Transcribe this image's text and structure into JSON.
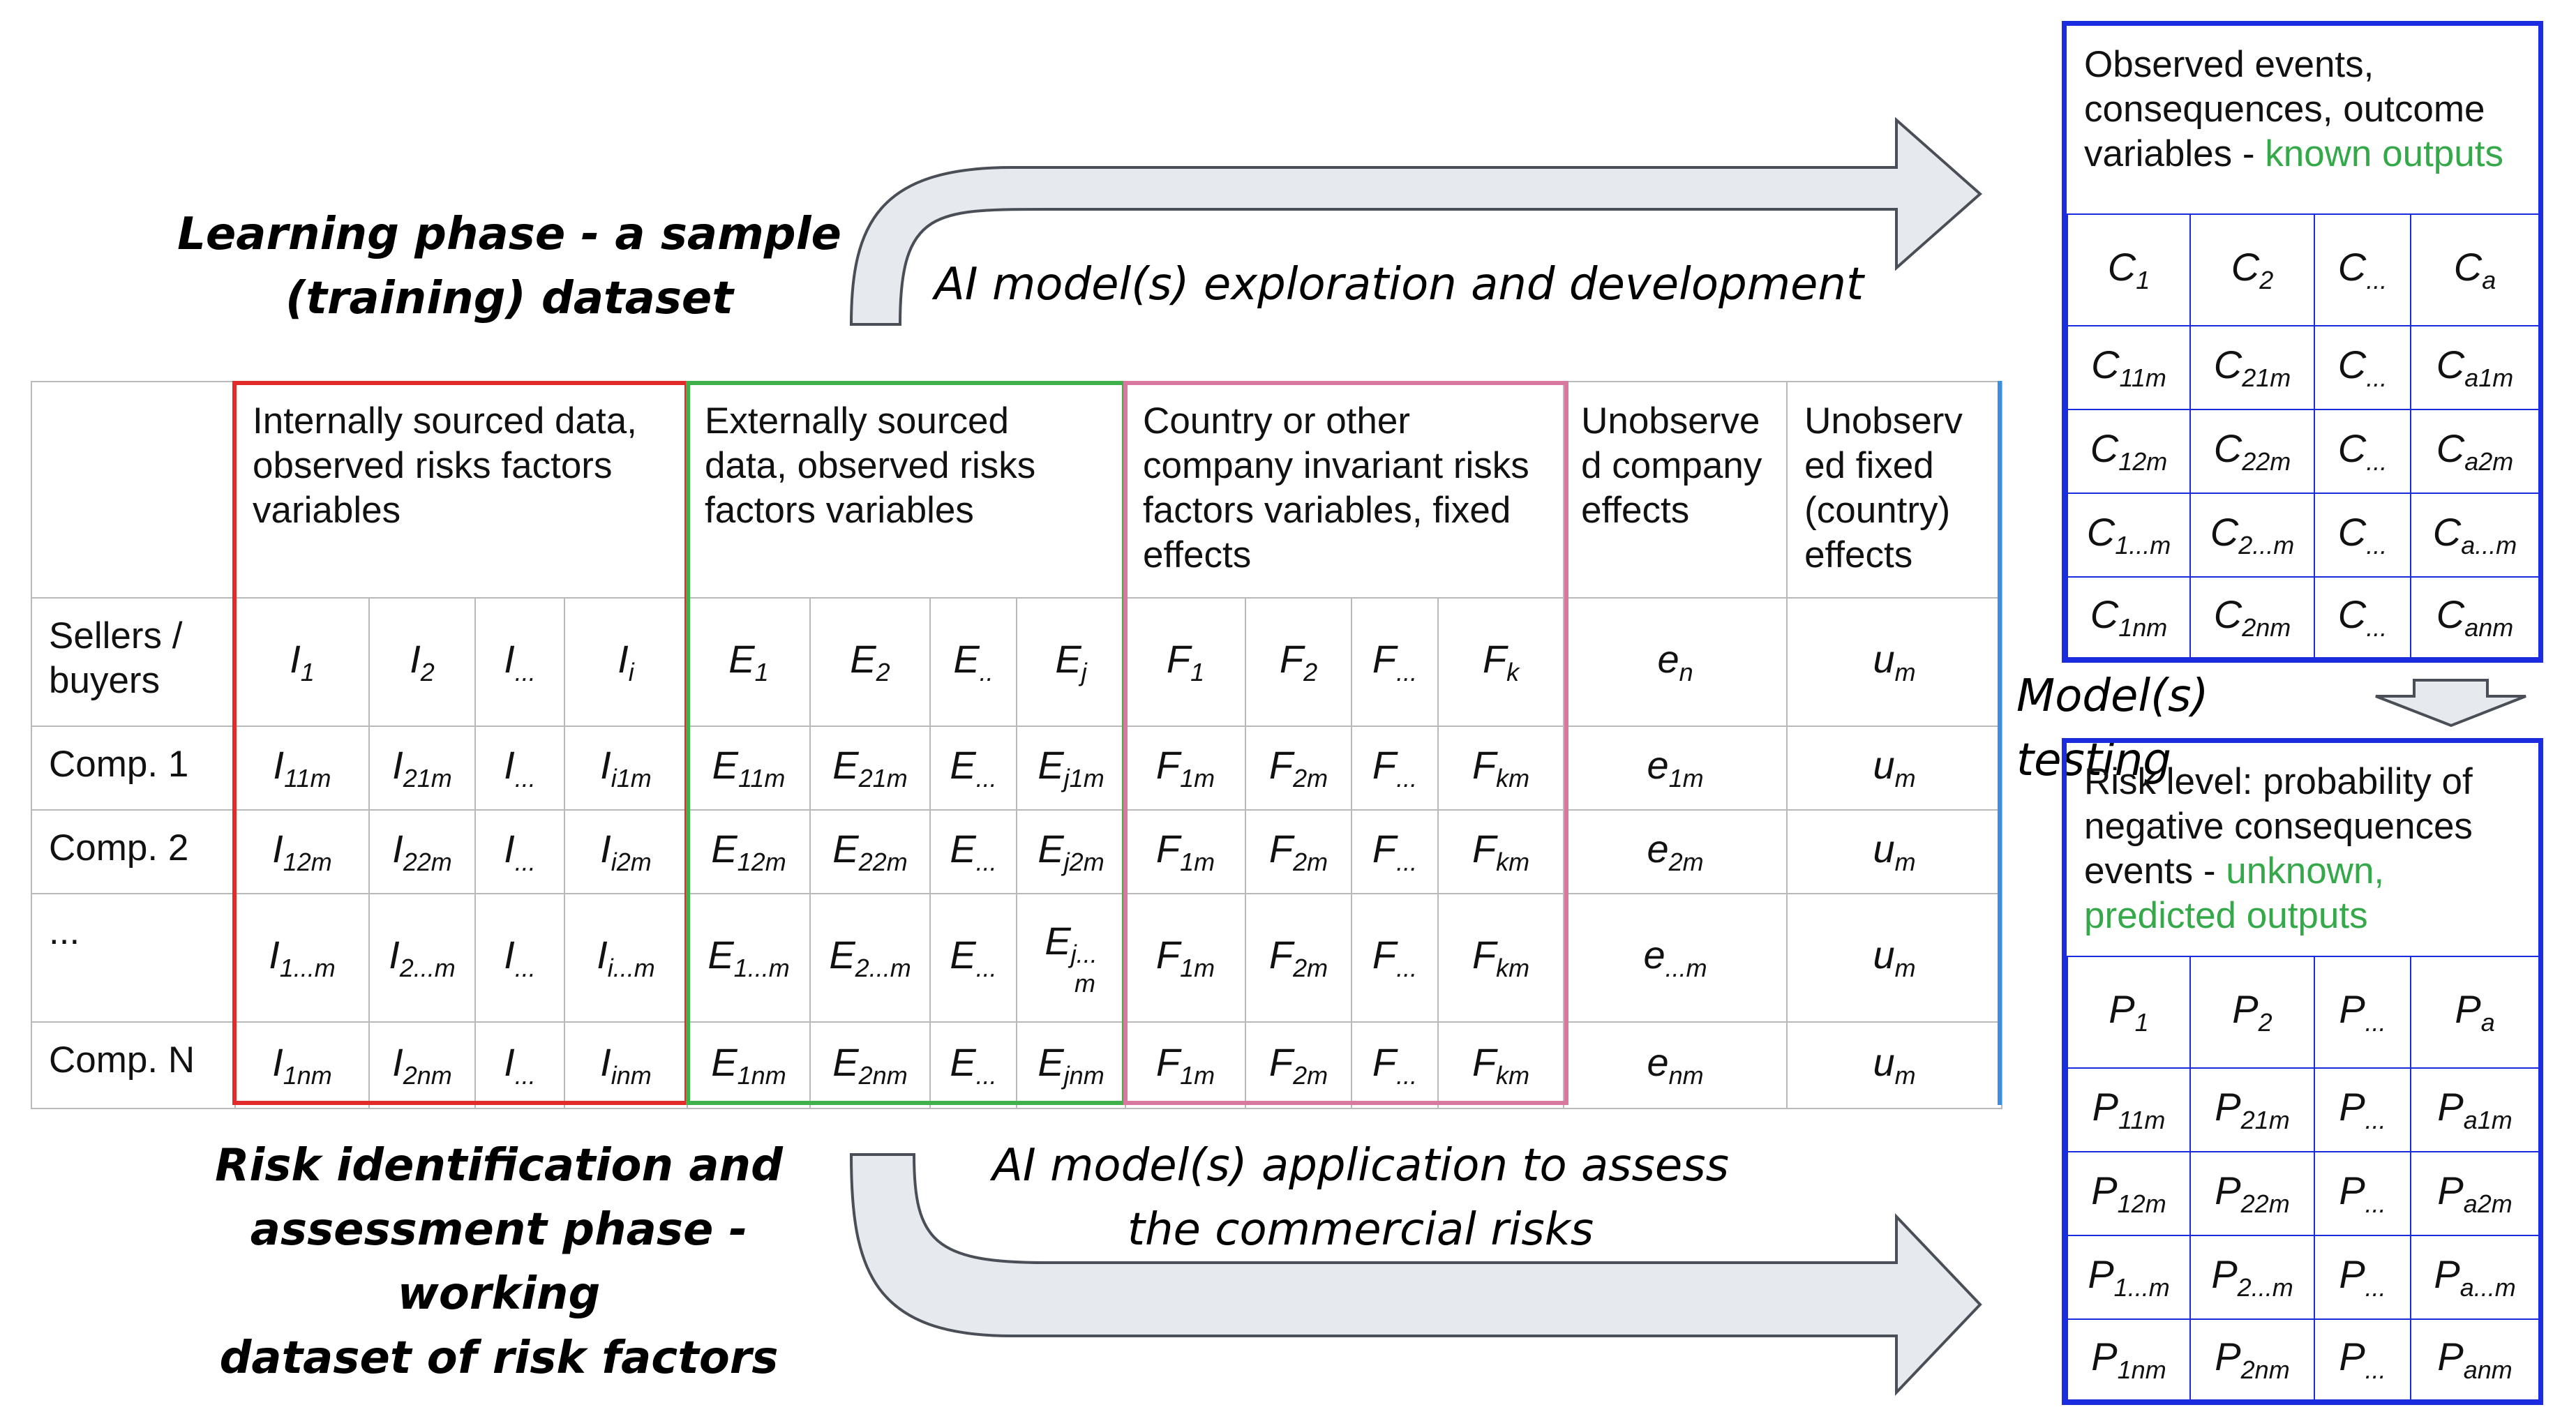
{
  "learning_phase": {
    "line1": "Learning phase - a sample",
    "line2": "(training) dataset"
  },
  "top_arrow_label": "AI model(s) exploration and development",
  "assessment_phase": {
    "line1": "Risk identification and",
    "line2": "assessment phase - working",
    "line3": "dataset of risk factors"
  },
  "bottom_arrow_label": {
    "line1": "AI model(s) application to assess",
    "line2": "the commercial risks"
  },
  "model_testing": "Model(s) testing",
  "colors": {
    "internal": "#e32a2a",
    "external": "#3fb04a",
    "fixed": "#d9789f",
    "right": "#1b2be0",
    "green_text": "#35a84a"
  },
  "table": {
    "headers": {
      "internal": [
        "Internally sourced data,",
        "observed risks factors",
        "variables"
      ],
      "external": [
        "Externally sourced",
        "data, observed risks",
        "factors variables"
      ],
      "fixed": [
        "Country or other",
        "company invariant risks",
        "factors variables, fixed",
        "effects"
      ],
      "company_effects": [
        "Unobserve",
        "d company",
        "effects"
      ],
      "country_effects": [
        "Unobserv",
        "ed fixed",
        "(country)",
        "effects"
      ]
    },
    "row_labels": [
      [
        "Sellers /",
        "buyers"
      ],
      [
        "Comp. 1"
      ],
      [
        "Comp. 2"
      ],
      [
        "..."
      ],
      [
        "Comp. N"
      ]
    ],
    "rows": [
      [
        [
          "I",
          "1"
        ],
        [
          "I",
          "2"
        ],
        [
          "I",
          "..."
        ],
        [
          "I",
          "i"
        ],
        [
          "E",
          "1"
        ],
        [
          "E",
          "2"
        ],
        [
          "E",
          ".."
        ],
        [
          "E",
          "j"
        ],
        [
          "F",
          "1"
        ],
        [
          "F",
          "2"
        ],
        [
          "F",
          "..."
        ],
        [
          "F",
          "k"
        ],
        [
          "e",
          "n"
        ],
        [
          "u",
          "m"
        ]
      ],
      [
        [
          "I",
          "11m"
        ],
        [
          "I",
          "21m"
        ],
        [
          "I",
          "..."
        ],
        [
          "I",
          "i1m"
        ],
        [
          "E",
          "11m"
        ],
        [
          "E",
          "21m"
        ],
        [
          "E",
          "..."
        ],
        [
          "E",
          "j1m"
        ],
        [
          "F",
          "1m"
        ],
        [
          "F",
          "2m"
        ],
        [
          "F",
          "..."
        ],
        [
          "F",
          "km"
        ],
        [
          "e",
          "1m"
        ],
        [
          "u",
          "m"
        ]
      ],
      [
        [
          "I",
          "12m"
        ],
        [
          "I",
          "22m"
        ],
        [
          "I",
          "..."
        ],
        [
          "I",
          "i2m"
        ],
        [
          "E",
          "12m"
        ],
        [
          "E",
          "22m"
        ],
        [
          "E",
          "..."
        ],
        [
          "E",
          "j2m"
        ],
        [
          "F",
          "1m"
        ],
        [
          "F",
          "2m"
        ],
        [
          "F",
          "..."
        ],
        [
          "F",
          "km"
        ],
        [
          "e",
          "2m"
        ],
        [
          "u",
          "m"
        ]
      ],
      [
        [
          "I",
          "1...m"
        ],
        [
          "I",
          "2...m"
        ],
        [
          "I",
          "..."
        ],
        [
          "I",
          "i...m"
        ],
        [
          "E",
          "1...m"
        ],
        [
          "E",
          "2...m"
        ],
        [
          "E",
          "..."
        ],
        [
          "E",
          "j...",
          "m"
        ],
        [
          "F",
          "1m"
        ],
        [
          "F",
          "2m"
        ],
        [
          "F",
          "..."
        ],
        [
          "F",
          "km"
        ],
        [
          "e",
          "...m"
        ],
        [
          "u",
          "m"
        ]
      ],
      [
        [
          "I",
          "1nm"
        ],
        [
          "I",
          "2nm"
        ],
        [
          "I",
          "..."
        ],
        [
          "I",
          "inm"
        ],
        [
          "E",
          "1nm"
        ],
        [
          "E",
          "2nm"
        ],
        [
          "E",
          "..."
        ],
        [
          "E",
          "jnm"
        ],
        [
          "F",
          "1m"
        ],
        [
          "F",
          "2m"
        ],
        [
          "F",
          "..."
        ],
        [
          "F",
          "km"
        ],
        [
          "e",
          "nm"
        ],
        [
          "u",
          "m"
        ]
      ]
    ]
  },
  "observed_box": {
    "title_lines": [
      "Observed events,",
      "consequences, outcome"
    ],
    "title_line3": "variables - ",
    "title_green": "known outputs",
    "rows": [
      [
        [
          "C",
          "1"
        ],
        [
          "C",
          "2"
        ],
        [
          "C",
          "..."
        ],
        [
          "C",
          "a"
        ]
      ],
      [
        [
          "C",
          "11m"
        ],
        [
          "C",
          "21m"
        ],
        [
          "C",
          "..."
        ],
        [
          "C",
          "a1m"
        ]
      ],
      [
        [
          "C",
          "12m"
        ],
        [
          "C",
          "22m"
        ],
        [
          "C",
          "..."
        ],
        [
          "C",
          "a2m"
        ]
      ],
      [
        [
          "C",
          "1...m"
        ],
        [
          "C",
          "2...m"
        ],
        [
          "C",
          "..."
        ],
        [
          "C",
          "a...m"
        ]
      ],
      [
        [
          "C",
          "1nm"
        ],
        [
          "C",
          "2nm"
        ],
        [
          "C",
          "..."
        ],
        [
          "C",
          "anm"
        ]
      ]
    ]
  },
  "risk_box": {
    "title_lines": [
      "Risk level: probability of",
      "negative consequences"
    ],
    "title_line3": "events - ",
    "title_green1": "unknown,",
    "title_green2": "predicted outputs",
    "rows": [
      [
        [
          "P",
          "1"
        ],
        [
          "P",
          "2"
        ],
        [
          "P",
          "..."
        ],
        [
          "P",
          "a"
        ]
      ],
      [
        [
          "P",
          "11m"
        ],
        [
          "P",
          "21m"
        ],
        [
          "P",
          "..."
        ],
        [
          "P",
          "a1m"
        ]
      ],
      [
        [
          "P",
          "12m"
        ],
        [
          "P",
          "22m"
        ],
        [
          "P",
          "..."
        ],
        [
          "P",
          "a2m"
        ]
      ],
      [
        [
          "P",
          "1...m"
        ],
        [
          "P",
          "2...m"
        ],
        [
          "P",
          "..."
        ],
        [
          "P",
          "a...m"
        ]
      ],
      [
        [
          "P",
          "1nm"
        ],
        [
          "P",
          "2nm"
        ],
        [
          "P",
          "..."
        ],
        [
          "P",
          "anm"
        ]
      ]
    ]
  }
}
